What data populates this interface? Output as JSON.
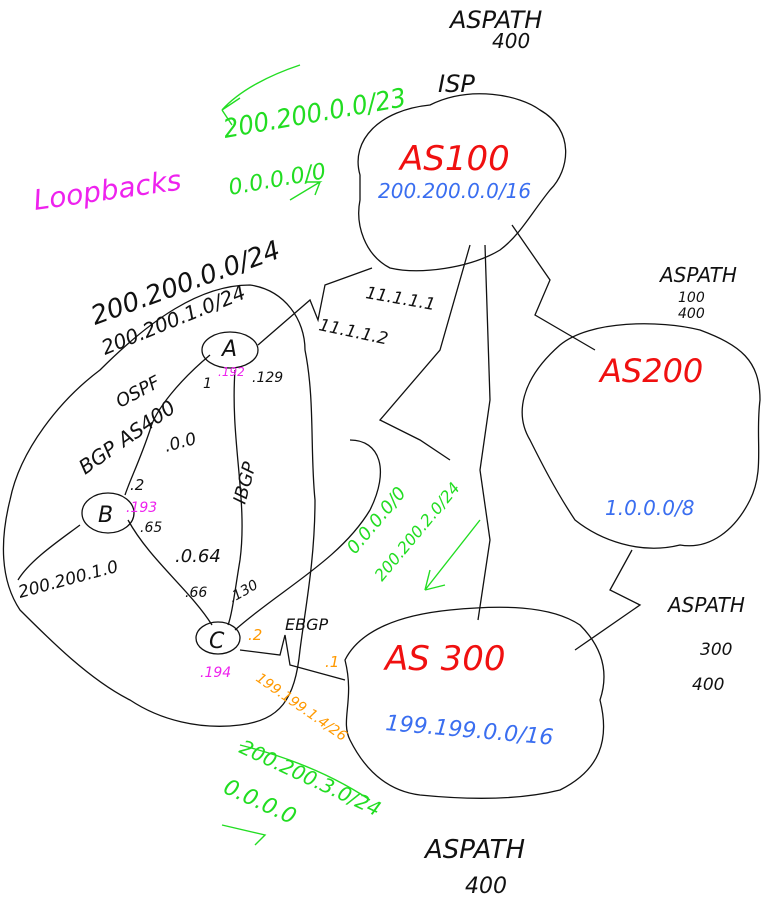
{
  "isp_aspath": {
    "label": "ASPATH",
    "value": "400",
    "isp": "ISP"
  },
  "as100": {
    "name": "AS100",
    "prefix": "200.200.0.0/16",
    "ad_in": "200.200.0.0/23",
    "ad_out": "0.0.0.0/0"
  },
  "loopbacks": "Loopbacks",
  "as200": {
    "name": "AS200",
    "prefix": "1.0.0.0/8",
    "aspath_label": "ASPATH",
    "aspath": [
      "100",
      "400"
    ]
  },
  "as300": {
    "name": "AS 300",
    "prefix": "199.199.0.0/16",
    "aspath_label": "ASPATH",
    "aspath": [
      "300",
      "400"
    ],
    "ad_out": "0.0.0.0/0",
    "ad_in": "200.200.2.0/24"
  },
  "as400": {
    "label": "BGP AS400",
    "igp": "OSPF",
    "net1": "200.200.0.0/24",
    "net2": "200.200.1.0/24",
    "net3": "200.200.1.0",
    "link_a": "11.1.1.1",
    "link_b": "11.1.1.2"
  },
  "routers": {
    "a": "A",
    "b": "B",
    "c": "C"
  },
  "addresses": {
    "a_lo": ".192",
    "a_129": ".129",
    "a_1": "1",
    "net_0": ".0.0",
    "b_2": ".2",
    "b_lo": ".193",
    "b_65": ".65",
    "net_64": ".0.64",
    "c_66": ".66",
    "c_130": ".130",
    "c_lo": ".194",
    "c_ebgp": ".2",
    "as300_ebgp": ".1",
    "ebgp_net": "199.199.1.4/26"
  },
  "sessions": {
    "ibgp": "IBGP",
    "ebgp": "EBGP"
  },
  "bottom": {
    "ad_in": "200.200.3.0/24",
    "ad_out": "0.0.0.0",
    "aspath_label": "ASPATH",
    "aspath": "400"
  }
}
